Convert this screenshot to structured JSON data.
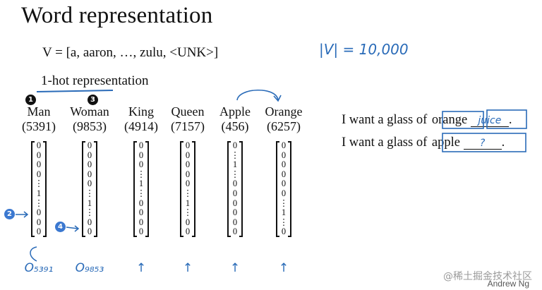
{
  "slide": {
    "title": "Word representation",
    "vocab": "V = [a, aaron, …, zulu, <UNK>]",
    "subtitle": "1-hot representation",
    "vocab_size_note": "|V| = 10,000"
  },
  "words": [
    {
      "label": "Man",
      "index": "(5391)",
      "cells": [
        "0",
        "0",
        "0",
        "0",
        "⋮",
        "1",
        "⋮",
        "0",
        "0",
        "0"
      ],
      "below": "O₅₃₉₁"
    },
    {
      "label": "Woman",
      "index": "(9853)",
      "cells": [
        "0",
        "0",
        "0",
        "0",
        "0",
        "⋮",
        "1",
        "⋮",
        "0",
        "0"
      ],
      "below": "O₉₈₅₃"
    },
    {
      "label": "King",
      "index": "(4914)",
      "cells": [
        "0",
        "0",
        "0",
        "⋮",
        "1",
        "⋮",
        "0",
        "0",
        "0",
        "0"
      ],
      "below": "↑"
    },
    {
      "label": "Queen",
      "index": "(7157)",
      "cells": [
        "0",
        "0",
        "0",
        "0",
        "0",
        "⋮",
        "1",
        "⋮",
        "0",
        "0"
      ],
      "below": "↑"
    },
    {
      "label": "Apple",
      "index": "(456)",
      "cells": [
        "0",
        "⋮",
        "1",
        "⋮",
        "0",
        "0",
        "0",
        "0",
        "0",
        "0"
      ],
      "below": "↑"
    },
    {
      "label": "Orange",
      "index": "(6257)",
      "cells": [
        "0",
        "0",
        "0",
        "0",
        "0",
        "0",
        "⋮",
        "1",
        "⋮",
        "0"
      ],
      "below": "↑"
    }
  ],
  "sentences": [
    {
      "prefix": "I want a glass of",
      "word": "orange",
      "blank": "juice",
      "end": "."
    },
    {
      "prefix": "I want a glass of",
      "word": "apple",
      "blank": "?",
      "end": "."
    }
  ],
  "markers": {
    "one": "1",
    "two": "2",
    "three": "3",
    "four": "4"
  },
  "watermark": "@稀土掘金技术社区",
  "signature": "Andrew Ng",
  "colors": {
    "ink": "#2a6bb8",
    "text": "#111111"
  }
}
